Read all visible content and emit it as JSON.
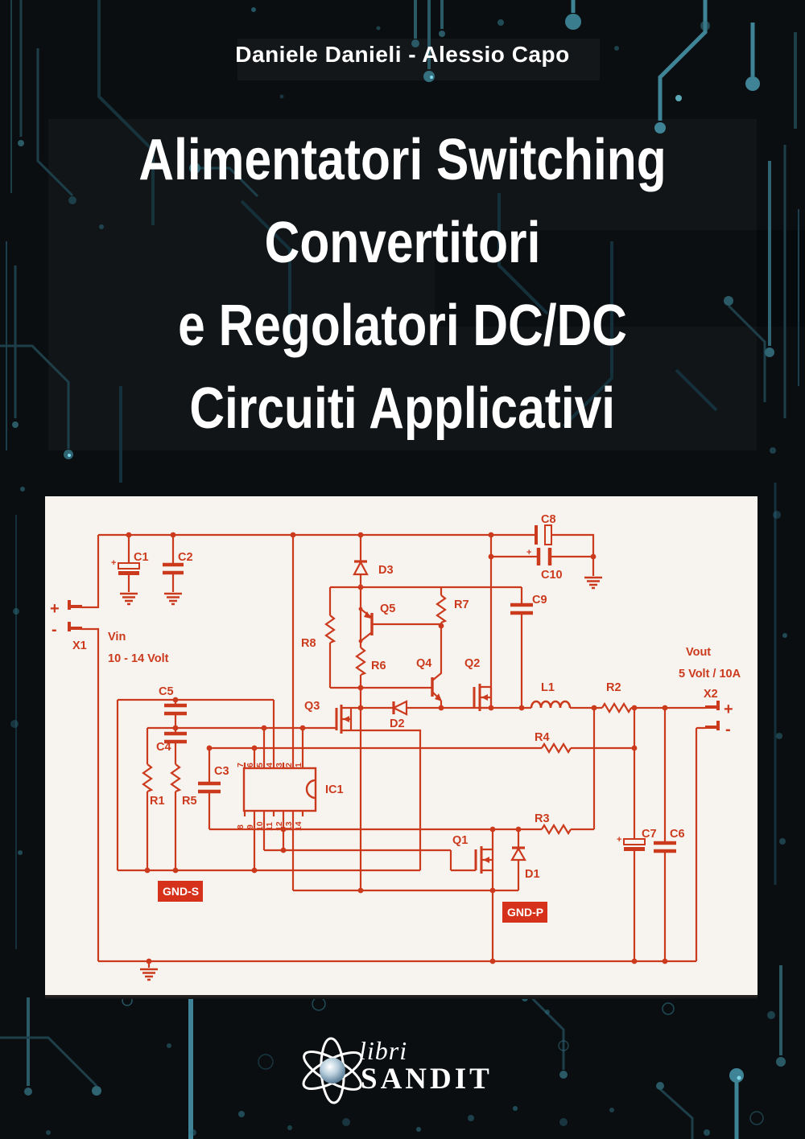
{
  "cover": {
    "authors": "Daniele Danieli - Alessio Capo",
    "title_lines": [
      "Alimentatori Switching",
      "Convertitori",
      "e Regolatori DC/DC",
      "Circuiti Applicativi"
    ],
    "publisher": {
      "imprint": "libri",
      "name": "SANDIT"
    }
  },
  "schematic": {
    "labels": {
      "c1": "C1",
      "c2": "C2",
      "c3": "C3",
      "c4": "C4",
      "c5": "C5",
      "c6": "C6",
      "c7": "C7",
      "c8": "C8",
      "c9": "C9",
      "c10": "C10",
      "r1": "R1",
      "r2": "R2",
      "r3": "R3",
      "r4": "R4",
      "r5": "R5",
      "r6": "R6",
      "r7": "R7",
      "r8": "R8",
      "d1": "D1",
      "d2": "D2",
      "d3": "D3",
      "q1": "Q1",
      "q2": "Q2",
      "q3": "Q3",
      "q4": "Q4",
      "q5": "Q5",
      "l1": "L1",
      "ic1": "IC1",
      "x1": "X1",
      "x2": "X2",
      "vin": "Vin",
      "vin_range": "10 - 14 Volt",
      "vout": "Vout",
      "vout_rating": "5 Volt / 10A",
      "gnd_s": "GND-S",
      "gnd_p": "GND-P",
      "in_plus": "+",
      "in_minus": "-",
      "out_plus": "+",
      "out_minus": "-",
      "c1_plus": "+",
      "c7_plus": "+",
      "c8_plus": "+"
    },
    "ic_pins_top": [
      "7",
      "6",
      "5",
      "4",
      "3",
      "2",
      "1"
    ],
    "ic_pins_bottom": [
      "8",
      "9",
      "10",
      "11",
      "12",
      "13",
      "14"
    ],
    "colors": {
      "trace": "#cc3a1d",
      "panel": "#f7f4ef"
    }
  },
  "background": {
    "base": "#0a0e11",
    "trace": "#2a5a66",
    "trace_bright": "#3f8496",
    "glow": "#6fd0e0"
  }
}
